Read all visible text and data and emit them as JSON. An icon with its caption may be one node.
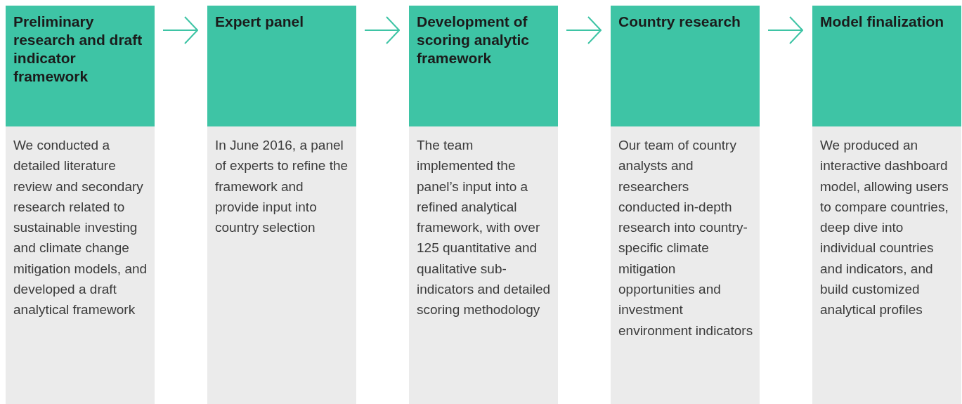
{
  "diagram": {
    "nodes": [
      {
        "text": [
          "Preliminary research and draft indicator framework",
          "We conducted a detailed literature review and secondary research related to sustainable investing and climate change mitigation models, and developed a draft analytical framework"
        ]
      },
      {
        "text": [
          "Expert panel",
          "In June 2016, a panel of experts to refine the framework and provide input into country selection"
        ]
      },
      {
        "text": [
          "Development of scoring analytic framework",
          "The team implemented the panel’s input into a refined analytical framework, with over 125 quantitative and qualitative sub-indicators and detailed scoring methodology"
        ]
      },
      {
        "text": [
          "Country research",
          "Our team of country analysts and researchers conducted in-depth research into country-specific climate mitigation opportunities and investment environment indicators"
        ]
      },
      {
        "text": [
          "Model finalization",
          "We produced an interactive dashboard model, allowing users to compare countries, deep dive into individual countries and indicators, and build customized analytical profiles"
        ]
      }
    ],
    "edges": [
      {
        "from": 0,
        "to": 1,
        "arrow": "to"
      },
      {
        "from": 1,
        "to": 2,
        "arrow": "to"
      },
      {
        "from": 2,
        "to": 3,
        "arrow": "to"
      },
      {
        "from": 3,
        "to": 4,
        "arrow": "to"
      }
    ]
  }
}
